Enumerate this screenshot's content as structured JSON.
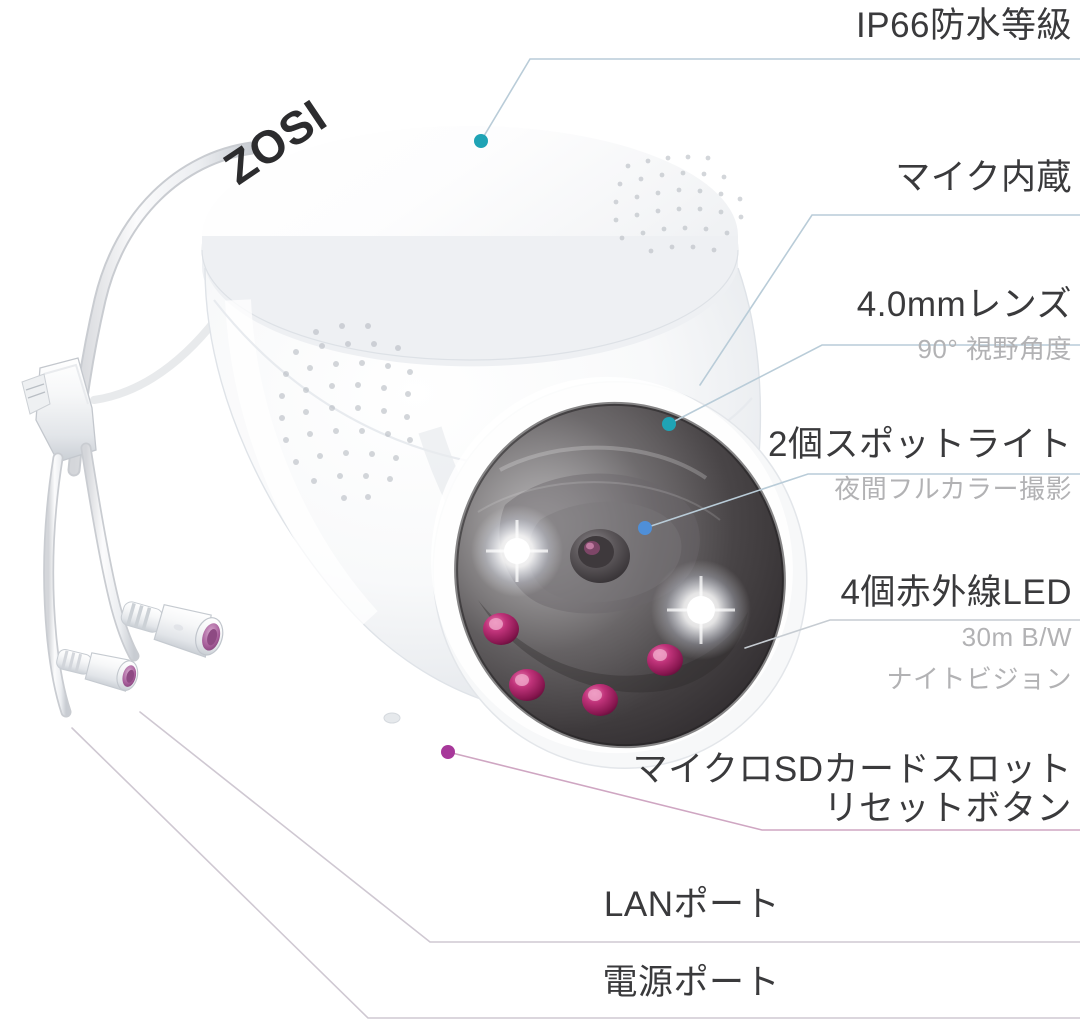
{
  "image": {
    "kind": "product-feature-diagram",
    "subject": "ZOSI dome security camera",
    "brand_logo_text": "ZOSI",
    "background_color": "#ffffff"
  },
  "colors": {
    "label_text": "#3a3a3c",
    "sublabel_text": "#b2b2b4",
    "rule_line": "#d8dee3",
    "leader_line_blue": "#b9ccd8",
    "leader_line_gray": "#d3d3d6",
    "leader_line_pink": "#cfa6c2",
    "marker_teal": "#1fa3b5",
    "marker_blue": "#4f8fd8",
    "marker_magenta": "#a7389a",
    "ir_led": "#b0256b",
    "dome_dark": "#4a4749",
    "body_white": "#fdfdfd"
  },
  "callouts": [
    {
      "id": "ip66",
      "label": "IP66防水等級",
      "sub": "",
      "marker": "teal-dot",
      "marker_target": "camera-top-housing"
    },
    {
      "id": "mic",
      "label": "マイク内蔵",
      "sub": "",
      "marker": "none",
      "marker_target": "microphone-grille"
    },
    {
      "id": "lens",
      "label": "4.0mmレンズ",
      "sub": "90° 視野角度",
      "marker": "teal-dot",
      "marker_target": "lens-dome-edge"
    },
    {
      "id": "spotlight",
      "label": "2個スポットライト",
      "sub": "夜間フルカラー撮影",
      "marker": "blue-dot",
      "marker_target": "spotlight-led"
    },
    {
      "id": "ir",
      "label": "4個赤外線LED",
      "sub_line1": "30m B/W",
      "sub_line2": "ナイトビジョン",
      "marker": "none",
      "marker_target": "infrared-led-array"
    },
    {
      "id": "sdcard",
      "label_line1": "マイクロSDカードスロット",
      "label_line2": "リセットボタン",
      "marker": "magenta-dot",
      "marker_target": "sd-card-slot"
    },
    {
      "id": "lan",
      "label": "LANポート",
      "sub": "",
      "marker": "magenta-dot",
      "marker_target": "lan-connector"
    },
    {
      "id": "power",
      "label": "電源ポート",
      "sub": "",
      "marker": "magenta-dot",
      "marker_target": "power-connector"
    }
  ],
  "product_parts": {
    "logo": "ZOSI",
    "speaker_grille": "speaker-grille",
    "mic_grille": "microphone-grille",
    "dome": "camera-dome",
    "ir_led_count": 4,
    "spotlight_count": 2,
    "cable": "pigtail-cable",
    "connector_lan": "lan-connector",
    "connector_power": "power-connector"
  }
}
